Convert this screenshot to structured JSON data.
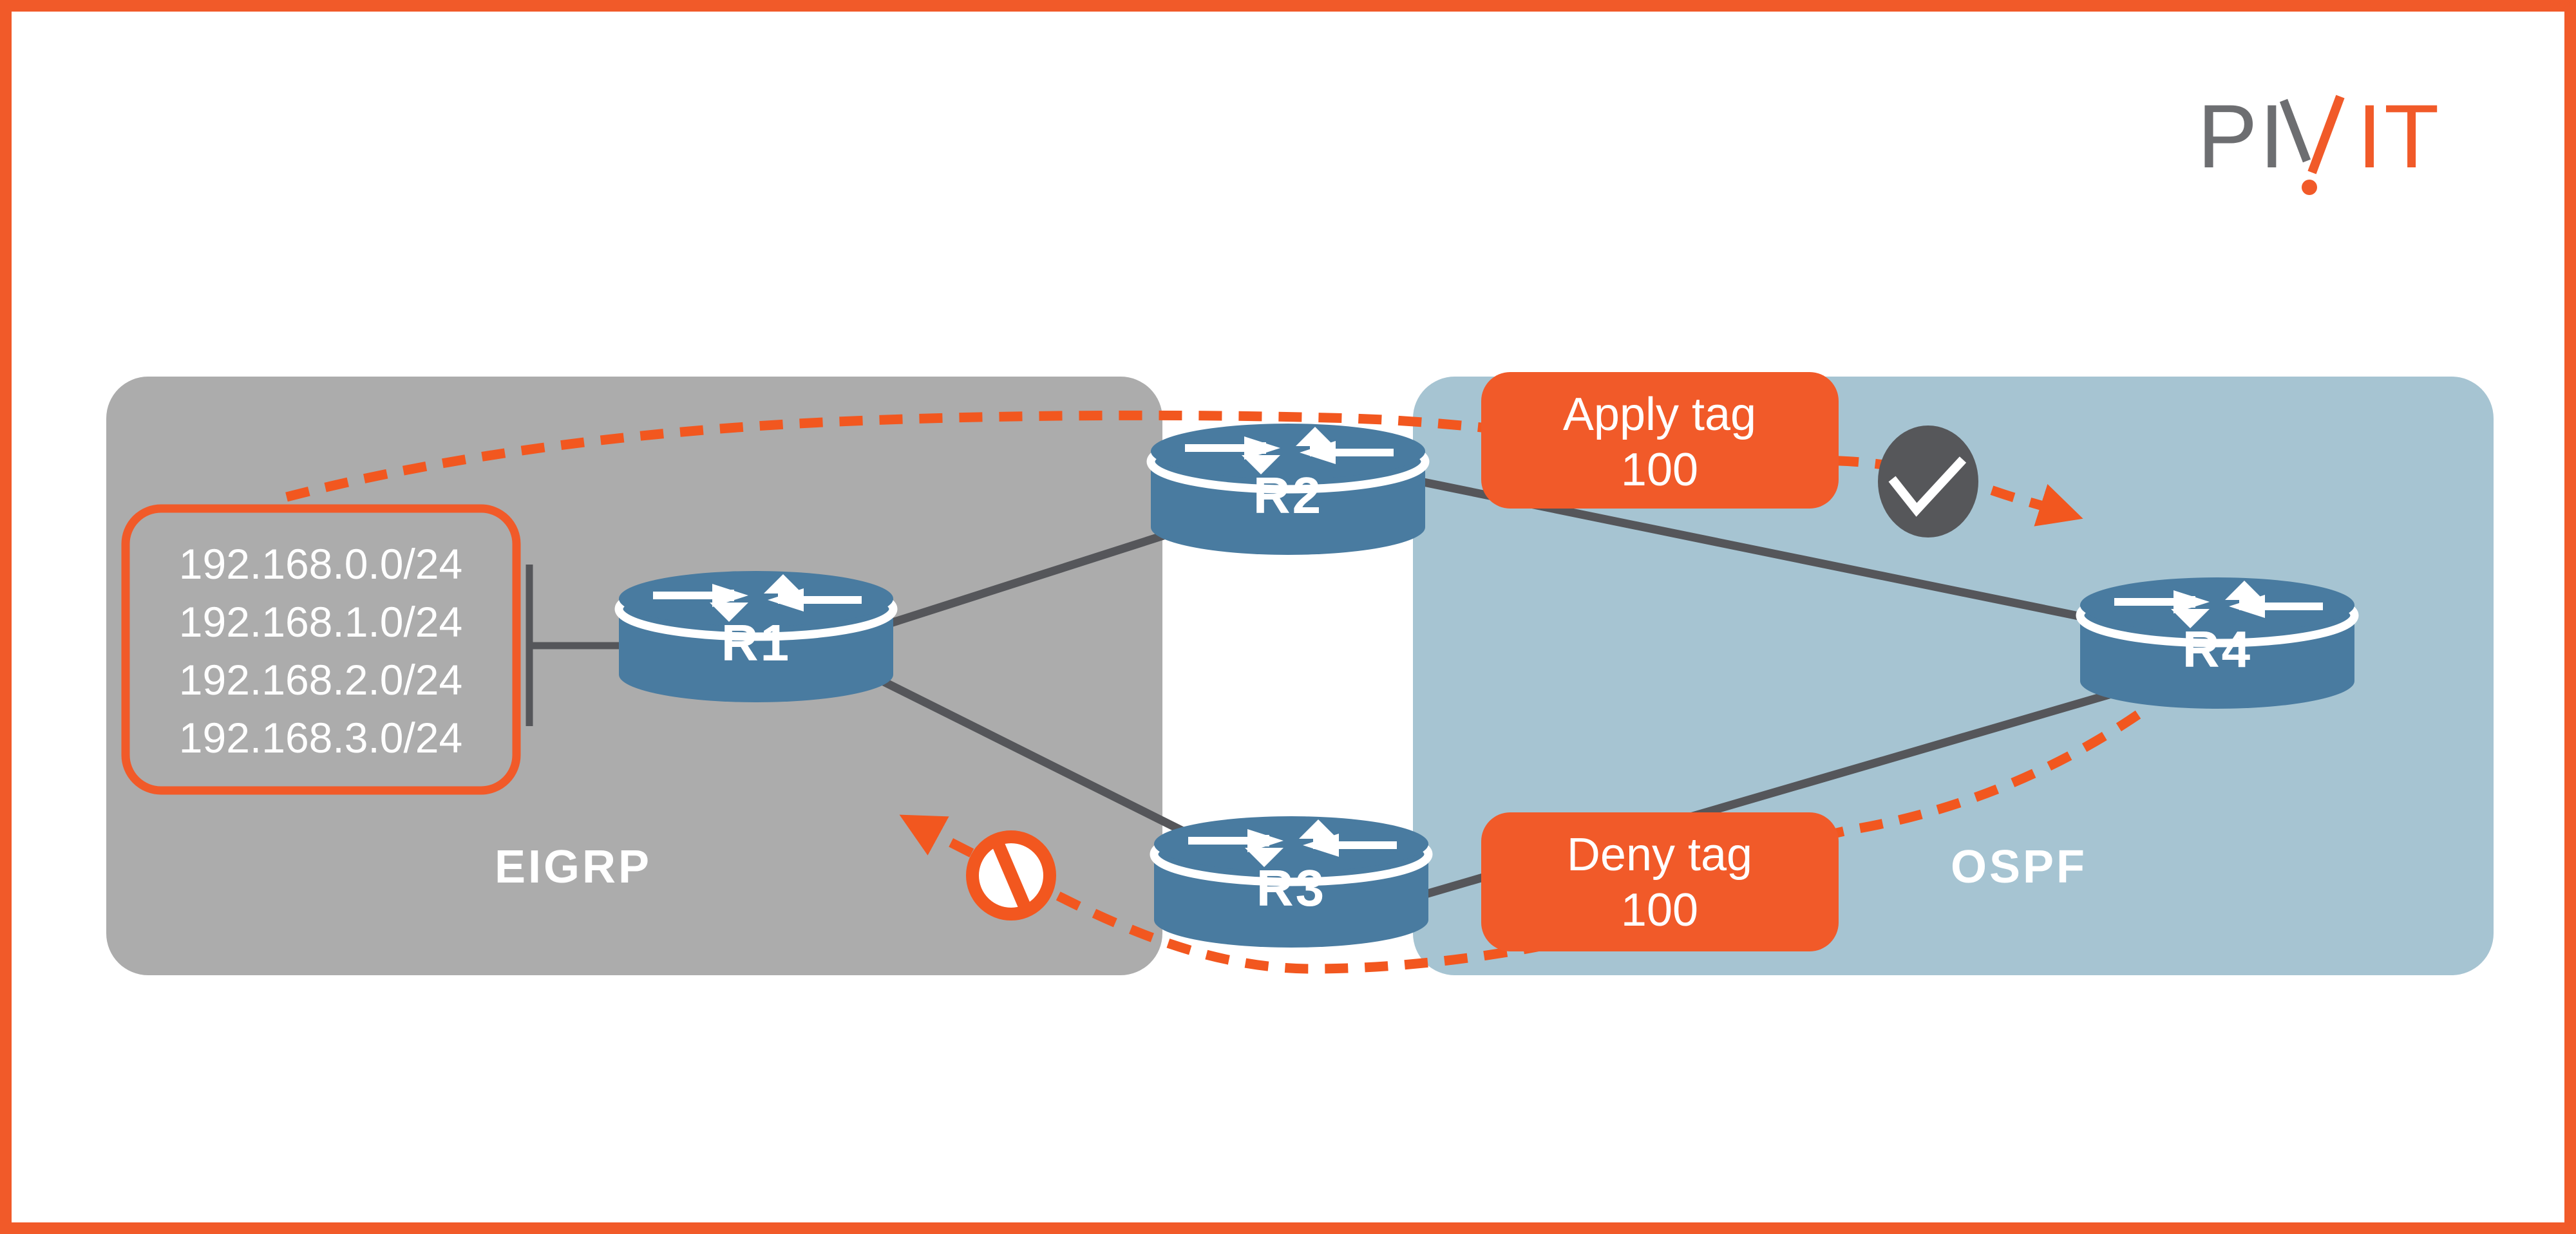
{
  "logo": {
    "left": "PI",
    "right": "IT",
    "full_text": "PIVIT"
  },
  "regions": {
    "eigrp": {
      "label": "EIGRP"
    },
    "ospf": {
      "label": "OSPF"
    }
  },
  "routers": [
    {
      "label": "R1"
    },
    {
      "label": "R2"
    },
    {
      "label": "R3"
    },
    {
      "label": "R4"
    }
  ],
  "route_box": {
    "routes": [
      "192.168.0.0/24",
      "192.168.1.0/24",
      "192.168.2.0/24",
      "192.168.3.0/24"
    ]
  },
  "tags": {
    "apply": {
      "line1": "Apply tag",
      "line2": "100"
    },
    "deny": {
      "line1": "Deny tag",
      "line2": "100"
    }
  },
  "badges": {
    "allowed": {
      "icon": "checkmark-icon"
    },
    "denied": {
      "icon": "no-entry-icon"
    }
  },
  "colors": {
    "orange": "#F2571F",
    "box_orange": "#F15A29",
    "region_gray": "#ACACAC",
    "region_blue": "#A6C4D2",
    "router_blue": "#497BA0",
    "line_dark": "#55565A",
    "badge_dark": "#56575A",
    "logo_gray": "#6D6E71",
    "white": "#FFFFFF"
  }
}
